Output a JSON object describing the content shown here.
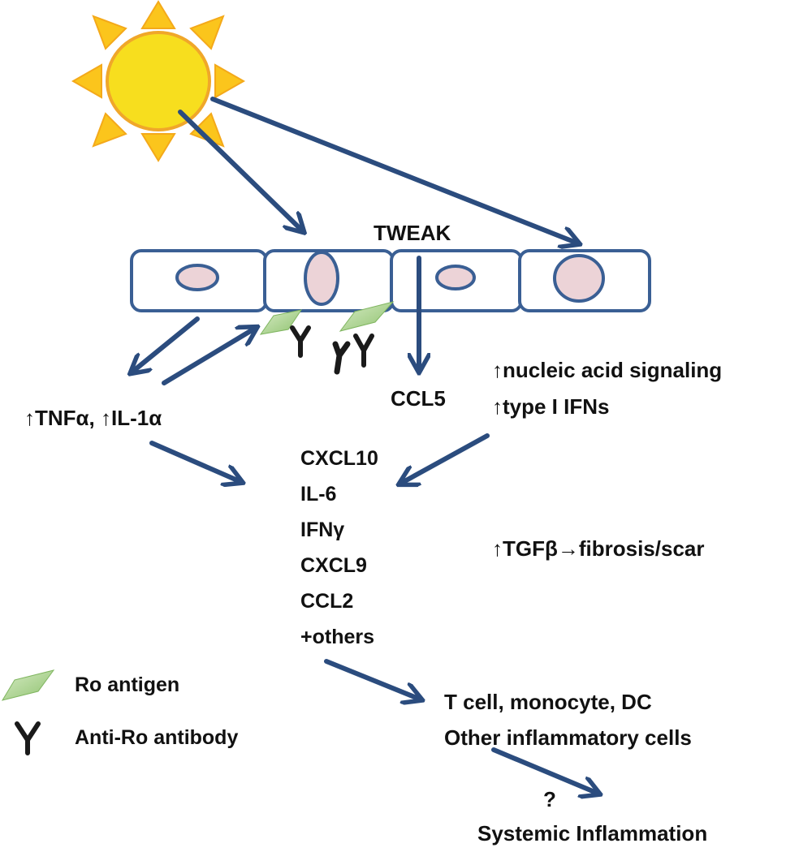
{
  "labels": {
    "tweak": "TWEAK",
    "ccl5": "CCL5",
    "tnf_il1": "↑TNFα, ↑IL-1α",
    "nucleic_acid": "↑nucleic acid signaling",
    "type_i_ifns": "↑type I IFNs",
    "tgfb": "↑TGFβ→fibrosis/scar",
    "t_cell": "T cell, monocyte, DC",
    "other_cells": "Other inflammatory cells",
    "question": "?",
    "systemic": "Systemic Inflammation"
  },
  "mediators": [
    "CXCL10",
    "IL-6",
    "IFNγ",
    "CXCL9",
    "CCL2",
    "+others"
  ],
  "legend": {
    "ro_antigen": "Ro antigen",
    "anti_ro_antibody": "Anti-Ro antibody",
    "antibody_glyph": "Y"
  },
  "colors": {
    "arrow": "#2b4c7e",
    "cell_border": "#3a5f94",
    "nucleus_fill": "#ecd3d7",
    "sun_body": "#f7de1e",
    "sun_rays": "#fbc51c",
    "ro_antigen": "#a7cf8a"
  }
}
